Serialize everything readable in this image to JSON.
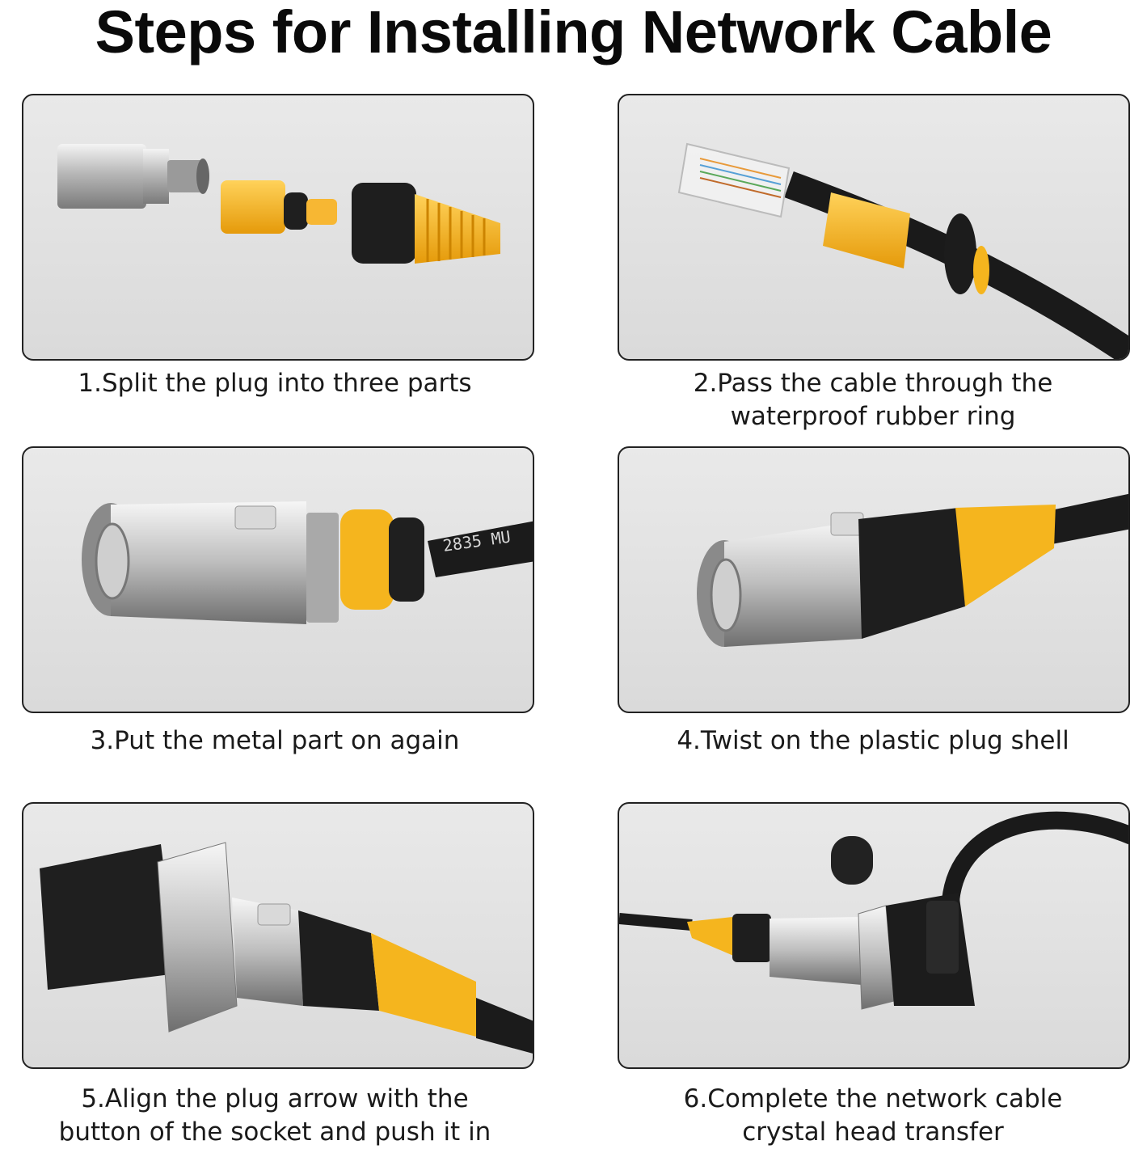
{
  "title": "Steps for Installing Network Cable",
  "steps": [
    {
      "caption_lines": [
        "1.Split the plug into three parts"
      ]
    },
    {
      "caption_lines": [
        "2.Pass the cable through the",
        "waterproof rubber ring"
      ]
    },
    {
      "caption_lines": [
        "3.Put the metal part on again"
      ],
      "cable_print": "2835 MU"
    },
    {
      "caption_lines": [
        "4.Twist on the plastic plug shell"
      ]
    },
    {
      "caption_lines": [
        "5.Align the plug arrow with the",
        "button of the socket and push it in"
      ]
    },
    {
      "caption_lines": [
        "6.Complete the network cable",
        "crystal head transfer"
      ]
    }
  ],
  "colors": {
    "accent_yellow": "#f5b51e",
    "rubber_black": "#1d1d1d",
    "metal_silver": "#c9c9c9",
    "panel_bg": "#e3e3e3"
  }
}
